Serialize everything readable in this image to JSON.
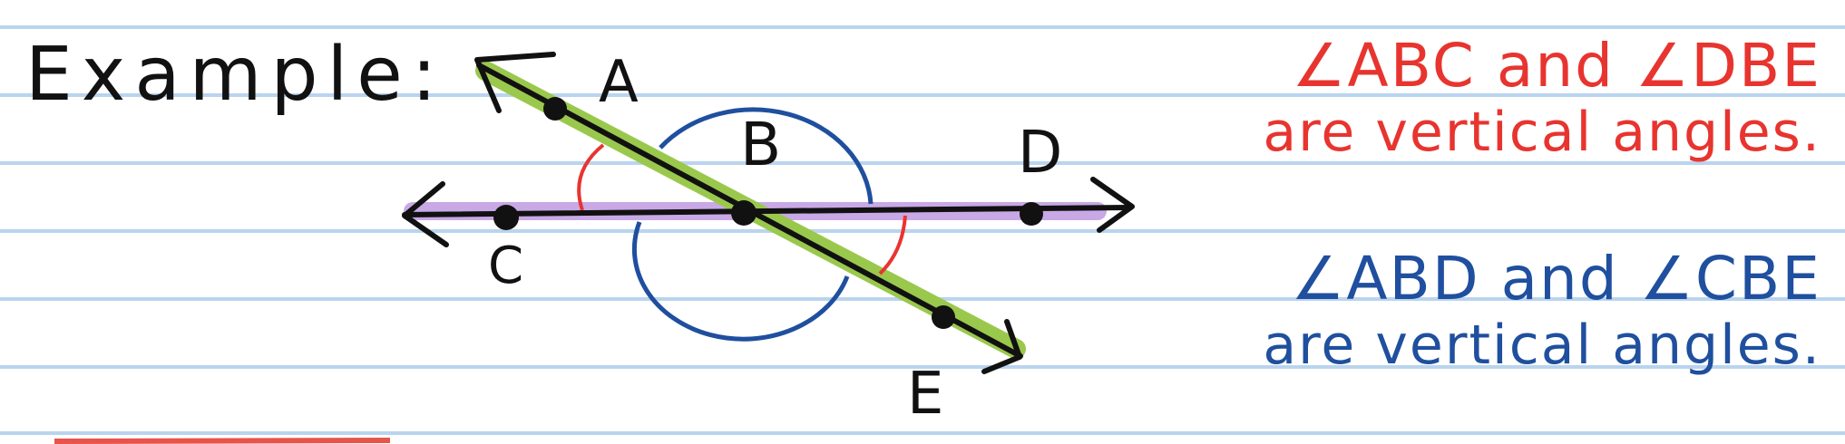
{
  "heading": "Example:",
  "points": {
    "A": "A",
    "B": "B",
    "C": "C",
    "D": "D",
    "E": "E"
  },
  "notes": [
    {
      "line1": "∠ABC and ∠DBE",
      "line2": "are vertical angles.",
      "color": "#e8342f"
    },
    {
      "line1": "∠ABD and ∠CBE",
      "line2": "are vertical angles.",
      "color": "#1f4f9e"
    }
  ],
  "colors": {
    "ink": "#111111",
    "highlight_ca": "#c9a8e6",
    "highlight_ae": "#9ac84d",
    "red_arc": "#e8342f",
    "blue_arc": "#1f4f9e",
    "rule_lines": "#b9d4ee"
  }
}
